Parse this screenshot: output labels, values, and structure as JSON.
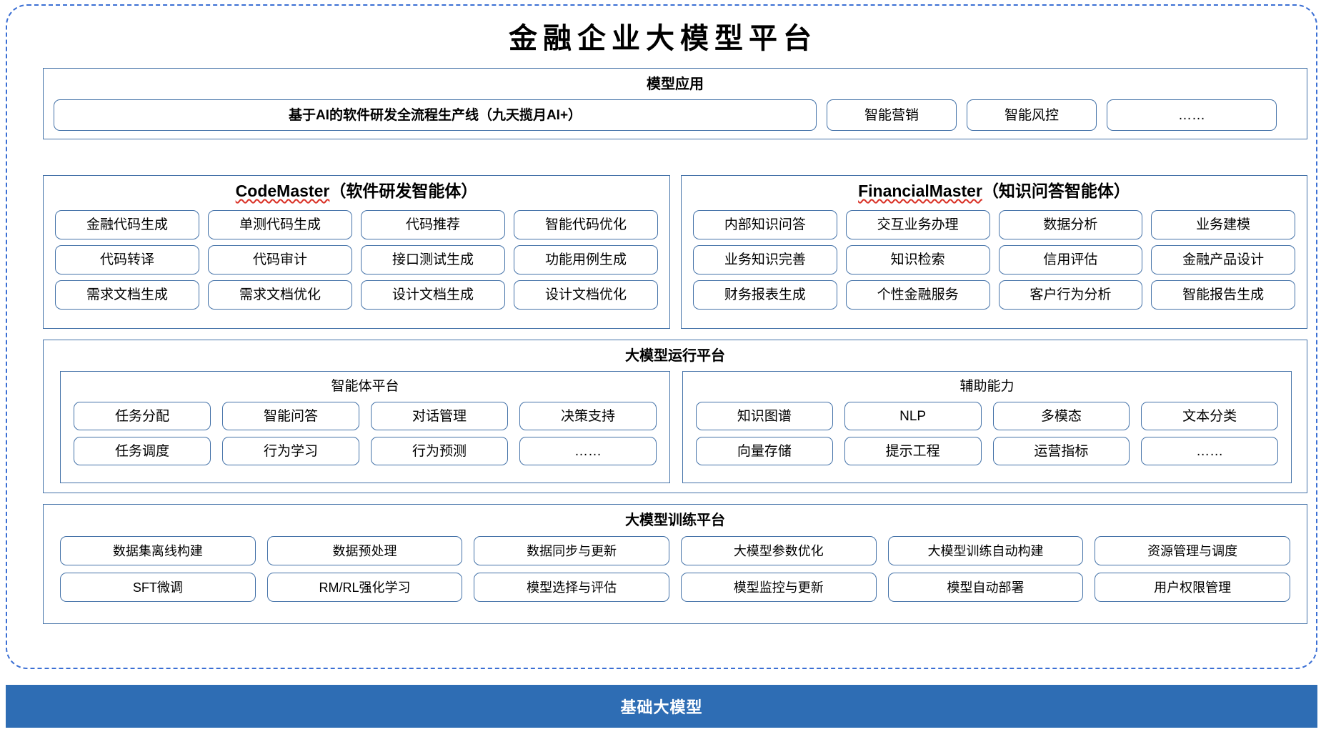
{
  "page_title": "金融企业大模型平台",
  "colors": {
    "outer_border": "#3b6fd4",
    "panel_border": "#4472a8",
    "chip_border": "#4472a8",
    "base_bar_bg": "#2e6db4",
    "base_bar_text": "#ffffff",
    "spellcheck_underline": "#d93025"
  },
  "application_section": {
    "title": "模型应用",
    "items": [
      "基于AI的软件研发全流程生产线（九天揽月AI+）",
      "智能营销",
      "智能风控",
      "……"
    ]
  },
  "agents": [
    {
      "name": "CodeMaster",
      "suffix": "（软件研发智能体）",
      "spellchecked": true,
      "items": [
        "金融代码生成",
        "单测代码生成",
        "代码推荐",
        "智能代码优化",
        "代码转译",
        "代码审计",
        "接口测试生成",
        "功能用例生成",
        "需求文档生成",
        "需求文档优化",
        "设计文档生成",
        "设计文档优化"
      ]
    },
    {
      "name": "FinancialMaster",
      "suffix": "（知识问答智能体）",
      "spellchecked": true,
      "items": [
        "内部知识问答",
        "交互业务办理",
        "数据分析",
        "业务建模",
        "业务知识完善",
        "知识检索",
        "信用评估",
        "金融产品设计",
        "财务报表生成",
        "个性金融服务",
        "客户行为分析",
        "智能报告生成"
      ]
    }
  ],
  "runtime_section": {
    "title": "大模型运行平台",
    "subpanels": [
      {
        "title": "智能体平台",
        "items": [
          "任务分配",
          "智能问答",
          "对话管理",
          "决策支持",
          "任务调度",
          "行为学习",
          "行为预测",
          "……"
        ]
      },
      {
        "title": "辅助能力",
        "items": [
          "知识图谱",
          "NLP",
          "多模态",
          "文本分类",
          "向量存储",
          "提示工程",
          "运营指标",
          "……"
        ]
      }
    ]
  },
  "training_section": {
    "title": "大模型训练平台",
    "items": [
      "数据集离线构建",
      "数据预处理",
      "数据同步与更新",
      "大模型参数优化",
      "大模型训练自动构建",
      "资源管理与调度",
      "SFT微调",
      "RM/RL强化学习",
      "模型选择与评估",
      "模型监控与更新",
      "模型自动部署",
      "用户权限管理"
    ]
  },
  "base_bar": {
    "label": "基础大模型"
  }
}
